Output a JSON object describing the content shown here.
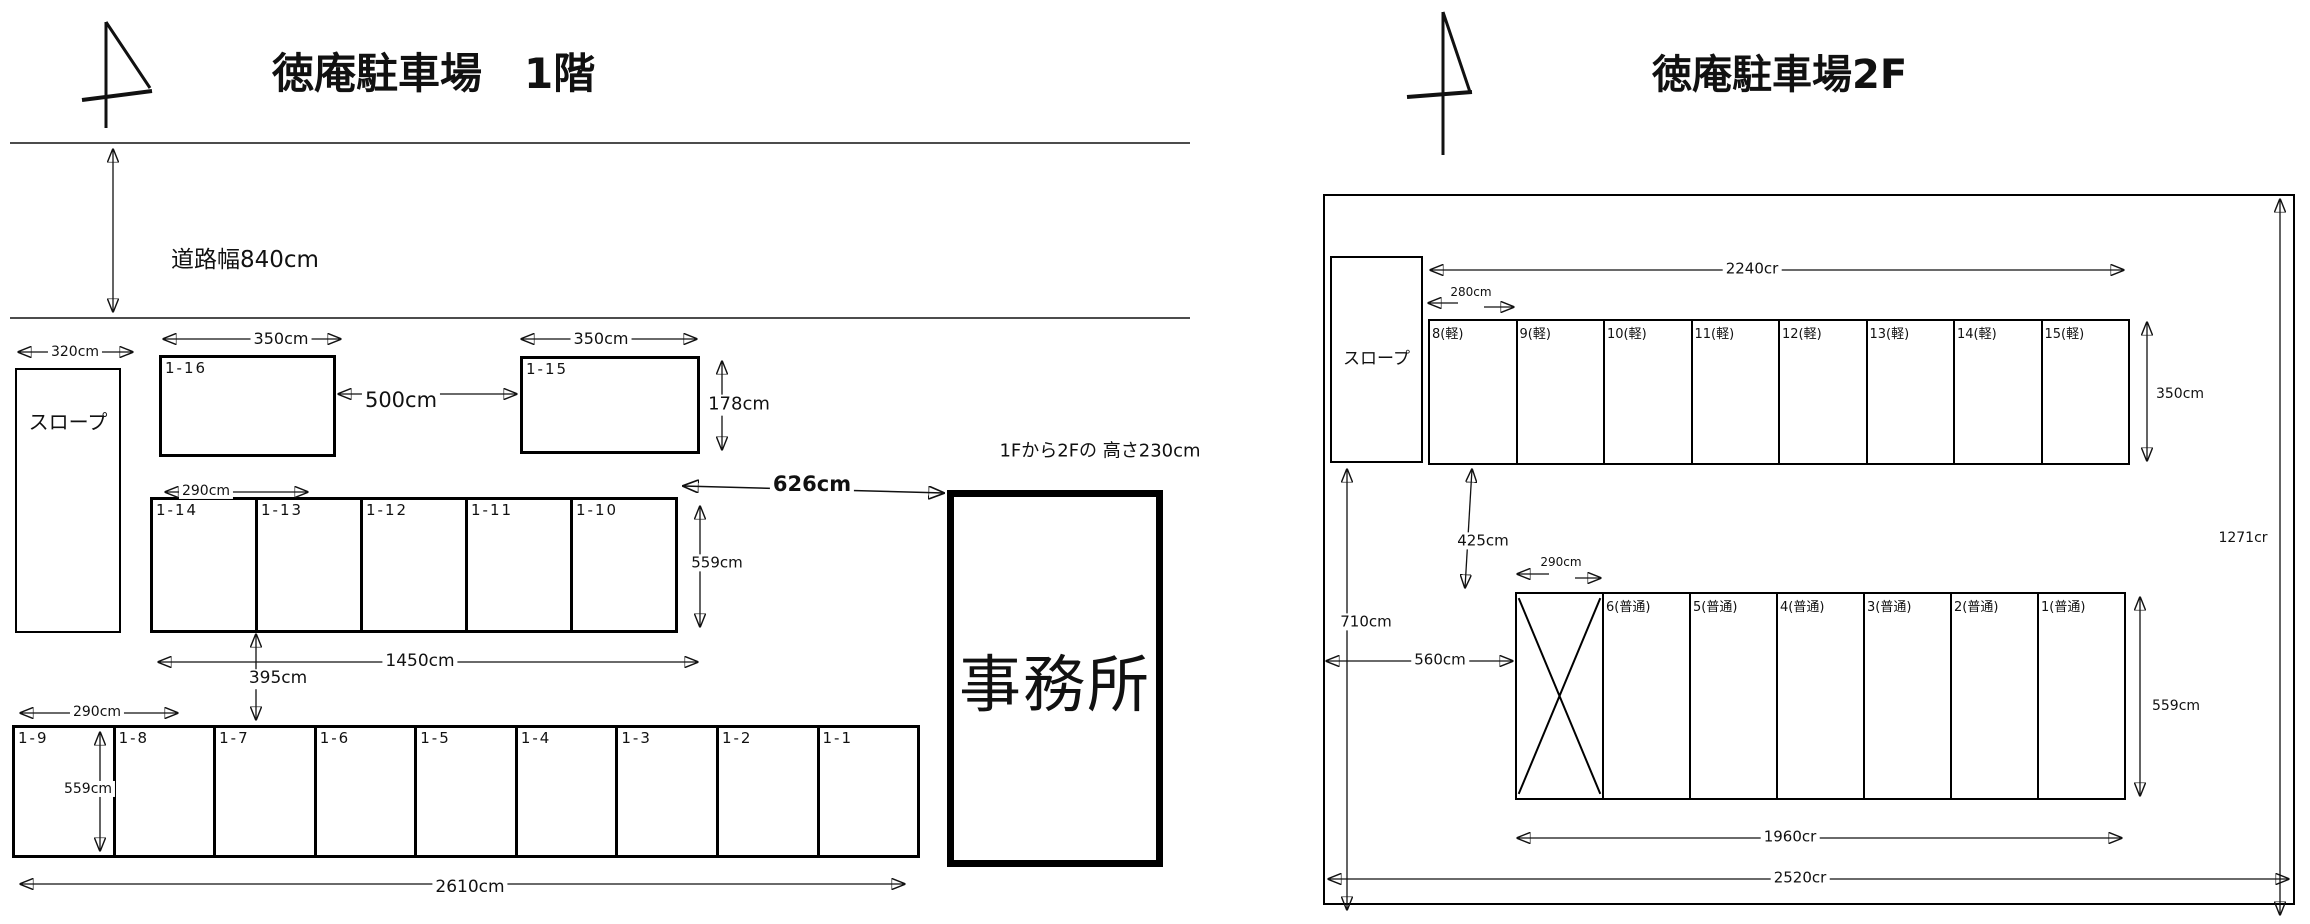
{
  "floor1": {
    "title": "徳庵駐車場　1階",
    "road_width_label": "道路幅840cm",
    "slope_label": "スロープ",
    "office_label": "事務所",
    "office_note": "1Fから2Fの 高さ230cm",
    "top_spots": [
      "1-16",
      "1-15"
    ],
    "row_middle": [
      "1-14",
      "1-13",
      "1-12",
      "1-11",
      "1-10"
    ],
    "row_bottom": [
      "1-9",
      "1-8",
      "1-7",
      "1-6",
      "1-5",
      "1-4",
      "1-3",
      "1-2",
      "1-1"
    ],
    "dims": {
      "w320": "320cm",
      "w350a": "350cm",
      "w350b": "350cm",
      "gap500": "500cm",
      "h178": "178cm",
      "w290a": "290cm",
      "h559a": "559cm",
      "gap626": "626cm",
      "w1450": "1450cm",
      "gap395": "395cm",
      "w290b": "290cm",
      "h559b": "559cm",
      "w2610": "2610cm"
    }
  },
  "floor2": {
    "title": "徳庵駐車場2F",
    "slope_label": "スロープ",
    "kei_row": [
      "8(軽)",
      "9(軽)",
      "10(軽)",
      "11(軽)",
      "12(軽)",
      "13(軽)",
      "14(軽)",
      "15(軽)"
    ],
    "futsu_row": [
      {
        "label": "",
        "crossed": true
      },
      {
        "label": "6(普通)"
      },
      {
        "label": "5(普通)"
      },
      {
        "label": "4(普通)"
      },
      {
        "label": "3(普通)"
      },
      {
        "label": "2(普通)"
      },
      {
        "label": "1(普通)"
      }
    ],
    "dims": {
      "w2240": "2240cr",
      "w280": "280cm",
      "h350": "350cm",
      "h425": "425cm",
      "w290": "290cm",
      "h710": "710cm",
      "w560": "560cm",
      "h559": "559cm",
      "w1960": "1960cr",
      "w2520": "2520cr",
      "h1271": "1271cr"
    }
  },
  "colors": {
    "ink": "#111111",
    "paper": "#ffffff"
  }
}
